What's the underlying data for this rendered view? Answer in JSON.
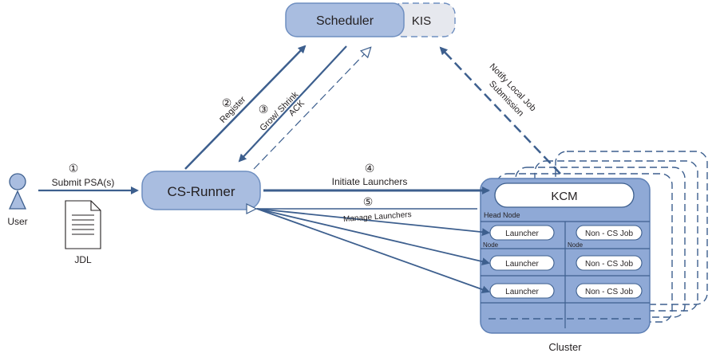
{
  "colors": {
    "node_fill": "#a9bde0",
    "node_stroke": "#6f8fc0",
    "arrow": "#3d5f8e",
    "cluster_fill": "#8fa9d6",
    "kis_fill": "#e6e8ee",
    "user_fill": "#a9bde0"
  },
  "nodes": {
    "scheduler": "Scheduler",
    "kis": "KIS",
    "cs_runner": "CS-Runner",
    "kcm": "KCM",
    "user": "User",
    "jdl": "JDL",
    "cluster": "Cluster"
  },
  "cluster": {
    "head_node": "Head Node",
    "node_label": "Node",
    "launcher": "Launcher",
    "non_cs_job": "Non - CS Job"
  },
  "edges": {
    "step1_num": "①",
    "step1": "Submit PSA(s)",
    "step2_num": "②",
    "step2": "Register",
    "step3_num": "③",
    "step3": "Grow/ Shrink",
    "ack": "ACK",
    "step4_num": "④",
    "step4": "Initiate Launchers",
    "step5_num": "⑤",
    "step5": "Manage Launchers",
    "notify_line1": "Notify Local Job",
    "notify_line2": "Submission"
  }
}
